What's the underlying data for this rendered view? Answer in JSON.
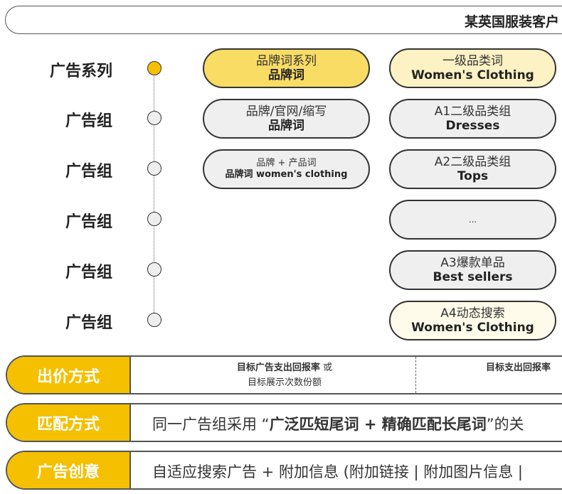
{
  "title": "某英国服装客户",
  "levels": [
    "广告系列",
    "广告组",
    "广告组",
    "广告组",
    "广告组",
    "广告组"
  ],
  "left_pills": [
    {
      "top": "品牌词系列",
      "bottom": "品牌词"
    },
    {
      "top": "品牌/官网/缩写",
      "bottom": "品牌词"
    },
    {
      "top": "品牌 + 产品词",
      "bottom": "品牌词 women's clothing"
    }
  ],
  "right_pills": [
    {
      "top": "一级品类词",
      "bottom": "Women's Clothing"
    },
    {
      "top": "A1二级品类组",
      "bottom": "Dresses"
    },
    {
      "top": "A2二级品类组",
      "bottom": "Tops"
    },
    {
      "top": "...",
      "bottom": ""
    },
    {
      "top": "A3爆款单品",
      "bottom": "Best sellers"
    },
    {
      "top": "A4动态搜索",
      "bottom": "Women's Clothing"
    }
  ],
  "rows": {
    "bidding": {
      "label": "出价方式",
      "c1_bold": "目标广告支出回报率",
      "c1_or": " 或",
      "c1_line2": "目标展示次数份额",
      "c2_bold": "目标支出回报率"
    },
    "match": {
      "label": "匹配方式",
      "pre": "同一广告组采用 “",
      "bold": "广泛匹短尾词 + 精确匹配长尾词",
      "post": "”的关"
    },
    "creative": {
      "label": "广告创意",
      "text": "自适应搜索广告 + 附加信息 (附加链接 | 附加图片信息 |"
    }
  },
  "colors": {
    "accent": "#f5c000",
    "pill_primary": "#f9dc64",
    "pill_light": "#fdf2c4",
    "pill_lighter": "#fffbea",
    "pill_gray": "#efefef"
  }
}
